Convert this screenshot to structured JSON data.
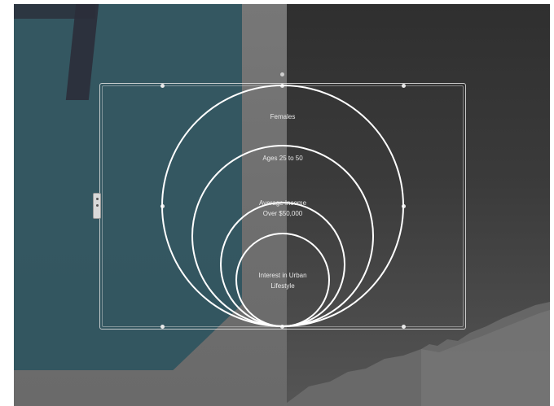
{
  "diagram": {
    "type": "nested-circles",
    "levels": [
      {
        "label": "Females"
      },
      {
        "label": "Ages 25 to 50"
      },
      {
        "label_line1": "Average Income",
        "label_line2": "Over $50,000"
      },
      {
        "label_line1": "Interest in Urban",
        "label_line2": "Lifestyle"
      }
    ]
  },
  "colors": {
    "slide_background": "#3b3b3b",
    "teal_shape": "#2f5560",
    "circle_stroke": "#ffffff",
    "label_text": "#e9e9e9",
    "selection_frame": "#e1e1e1"
  }
}
